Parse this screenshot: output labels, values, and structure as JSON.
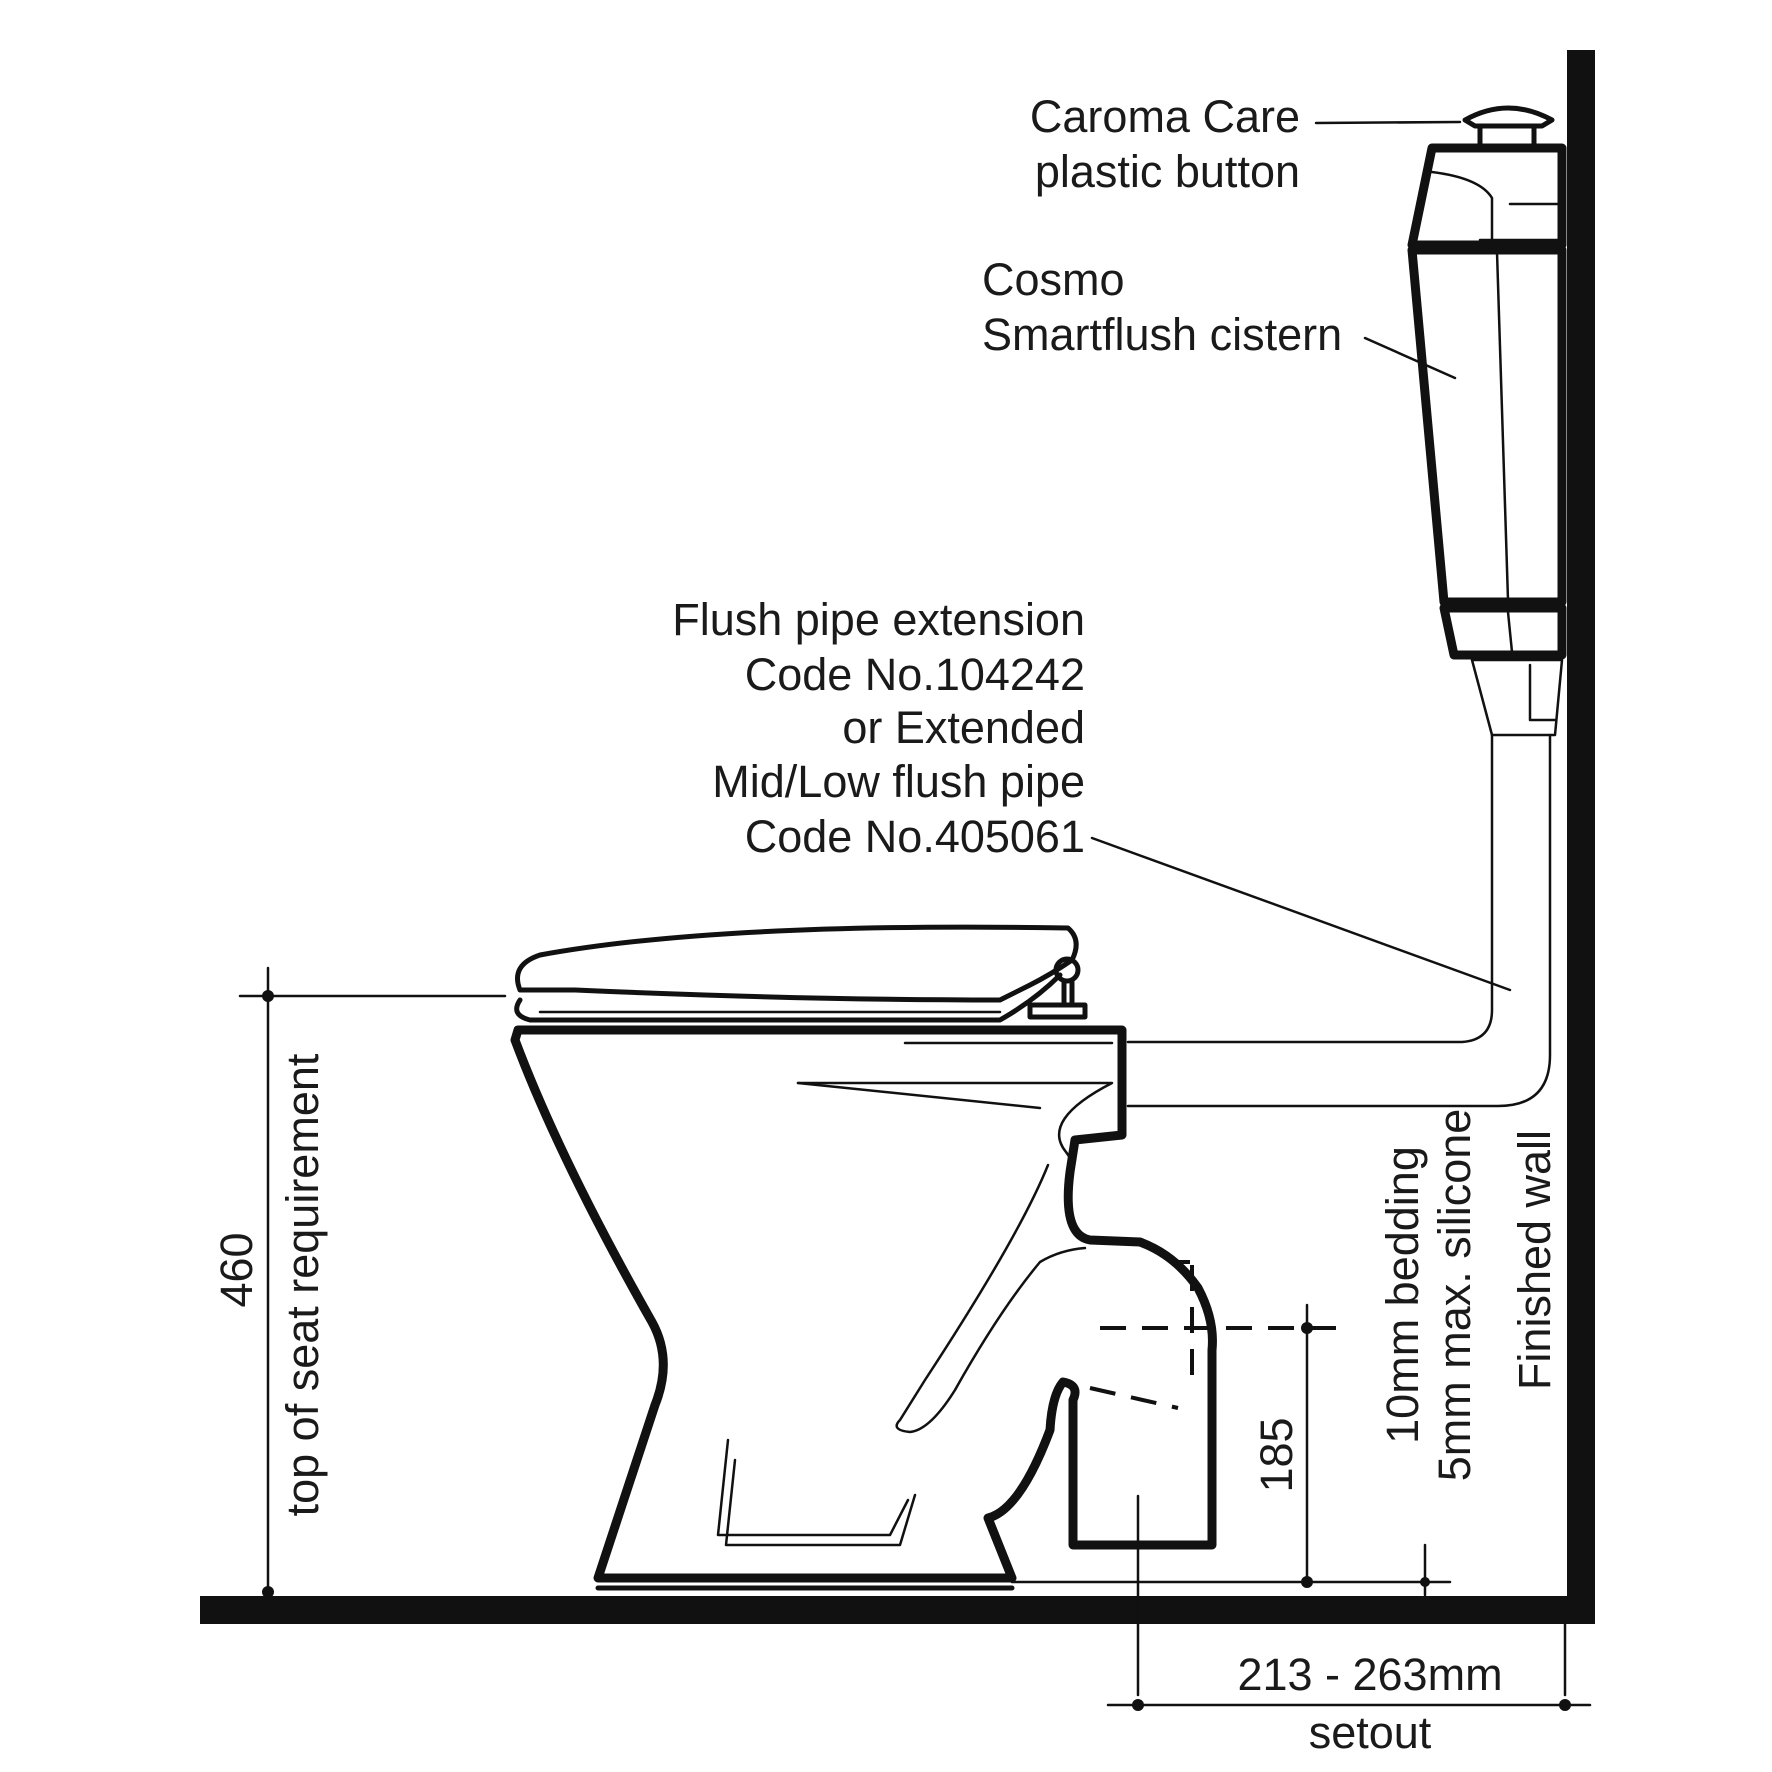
{
  "labels": {
    "button_line1": "Caroma Care",
    "button_line2": "plastic button",
    "cistern_line1": "Cosmo",
    "cistern_line2": "Smartflush cistern",
    "pipe_line1": "Flush pipe extension",
    "pipe_line2": "Code No.104242",
    "pipe_line3": "or Extended",
    "pipe_line4": "Mid/Low flush pipe",
    "pipe_line5": "Code No.405061",
    "seat_height_value": "460",
    "seat_height_label": "top of seat requirement",
    "outlet_height_value": "185",
    "bedding_line1": "10mm bedding",
    "bedding_line2": "5mm max. silicone",
    "wall_label": "Finished wall",
    "setout_value": "213 - 263mm",
    "setout_label": "setout"
  }
}
